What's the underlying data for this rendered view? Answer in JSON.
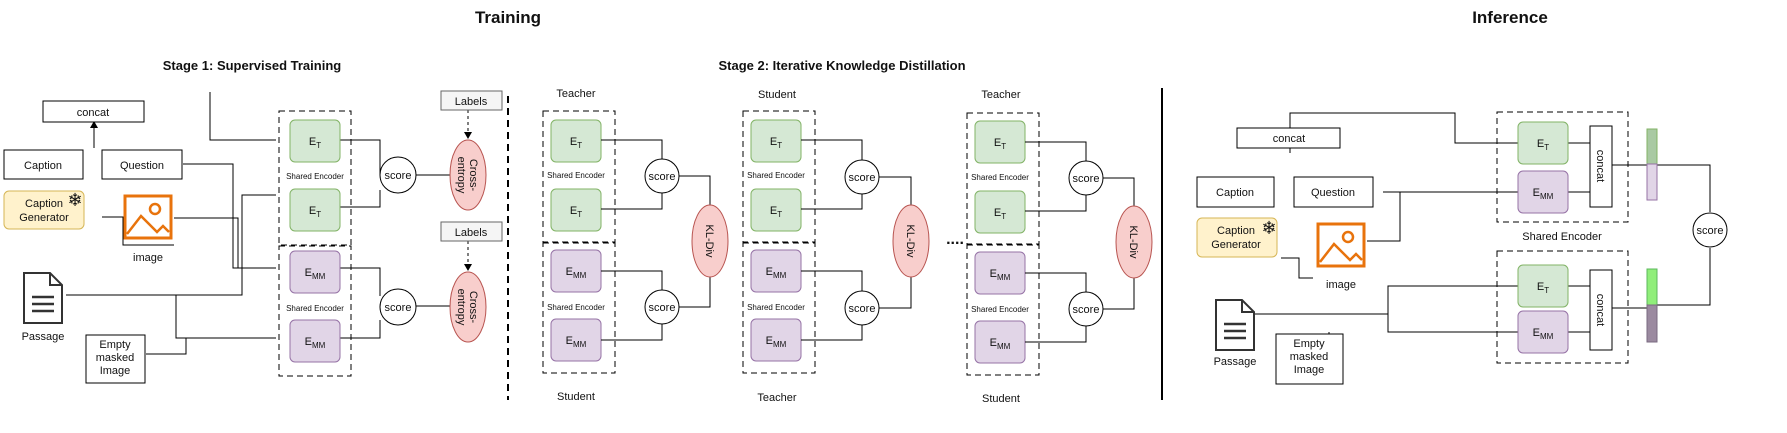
{
  "titles": {
    "training": "Training",
    "inference": "Inference"
  },
  "stages": {
    "stage1": "Stage 1: Supervised Training",
    "stage2": "Stage 2: Iterative Knowledge Distillation"
  },
  "encoders": {
    "text_main": "E",
    "text_sub": "T",
    "mm_main": "E",
    "mm_sub": "MM"
  },
  "labels": {
    "concat": "concat",
    "caption": "Caption",
    "question": "Question",
    "caption_gen_1": "Caption",
    "caption_gen_2": "Generator",
    "image": "image",
    "passage": "Passage",
    "empty_1": "Empty",
    "empty_2": "masked",
    "empty_3": "Image",
    "shared_encoder": "Shared Encoder",
    "score": "score",
    "labels": "Labels",
    "cross_1": "Cross-",
    "cross_2": "entropy",
    "kl_div": "KL-Div",
    "teacher": "Teacher",
    "student": "Student",
    "ellipsis": "...."
  },
  "colors": {
    "text_encoder": "#d5e8d4",
    "mm_encoder": "#e1d5e7",
    "generator": "#fff2cc",
    "loss": "#f8cecc",
    "image_icon": "#e8730c"
  }
}
